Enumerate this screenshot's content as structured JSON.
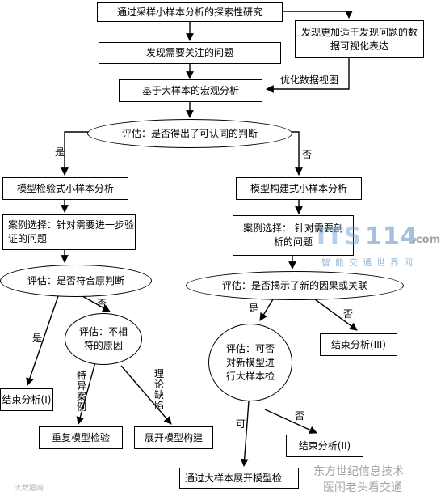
{
  "nodes": {
    "start": "通过采样小样本分析的探索性研究",
    "discover_issue": "发现需要关注的问题",
    "discover_visual": "发现更加适于发现问题的数据可视化表达",
    "macro": "基于大样本的宏观分析",
    "eval1": "评估：是否得出了可认同的判断",
    "verify_model": "模型检验式小样本分析",
    "build_model": "模型构建式小样本分析",
    "case_left": "案例选择：针对需要进一步验证的问题",
    "case_right": "案例选择： 针对需要剖析的问题",
    "eval_left": "评估：是否符合原判断",
    "eval_right": "评估：是否揭示了新的因果或关联",
    "eval_mismatch": "评估：不相符的原因",
    "end1": "结束分析(I)",
    "end2": "结束分析(II)",
    "end3": "结束分析(III)",
    "repeat_verify": "重复模型检验",
    "expand_build": "展开模型构建",
    "eval_newmodel": "评估：可否对新模型进行大样本检",
    "large_sample": "通过大样本展开模型检"
  },
  "labels": {
    "optimize": "优化数据视图",
    "yes": "是",
    "no": "否",
    "yes2": "可",
    "special_case": "特异案例",
    "theory_gap": "理论缺陷"
  },
  "watermark": {
    "brand_its": "ITS",
    "brand_num": "114",
    "brand_dom": ".com",
    "tagline": "智能交通世界网",
    "bottom1": "东方世纪信息技术",
    "bottom2": "医闹老头看交通",
    "corner": "大数据网"
  }
}
